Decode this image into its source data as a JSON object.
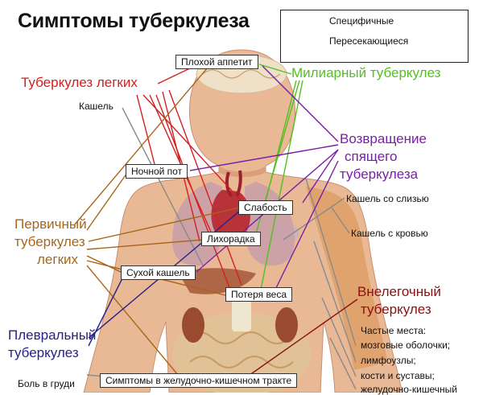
{
  "title": "Симптомы туберкулеза",
  "legend": {
    "specific": "Специфичные",
    "overlapping": "Пересекающиеся"
  },
  "categories": {
    "pulmonary": "Туберкулез легких",
    "miliary": "Милиарный туберкулез",
    "reactivation": [
      "Возвращение",
      "спящего",
      "туберкулеза"
    ],
    "primary": [
      "Первичный",
      "туберкулез",
      "легких"
    ],
    "pleural": [
      "Плевральный",
      "туберкулез"
    ],
    "extrapulmonary": [
      "Внелегочный",
      "туберкулез"
    ]
  },
  "symptoms": {
    "appetite": "Плохой аппетит",
    "cough": "Кашель",
    "night_sweat": "Ночной пот",
    "weakness": "Слабость",
    "fever": "Лихорадка",
    "dry_cough": "Сухой кашель",
    "weight_loss": "Потеря веса",
    "phlegm_cough": "Кашель со слизью",
    "blood_cough": "Кашель с кровью",
    "chest_pain": "Боль в груди",
    "gi": "Симптомы в желудочно-кишечном тракте"
  },
  "extrapulmonary_sites": {
    "heading": "Частые места:",
    "items": [
      "мозговые оболочки;",
      "лимфоузлы;",
      "кости и суставы;",
      "желудочно-кишечный"
    ]
  },
  "colors": {
    "pulmonary": "#d42020",
    "miliary": "#52c020",
    "reactivation": "#7a1ea8",
    "primary": "#a8661a",
    "pleural": "#28208a",
    "extrapulmonary": "#8a1010",
    "specific": "#8a8a8a",
    "skin": "#e6b48e"
  }
}
